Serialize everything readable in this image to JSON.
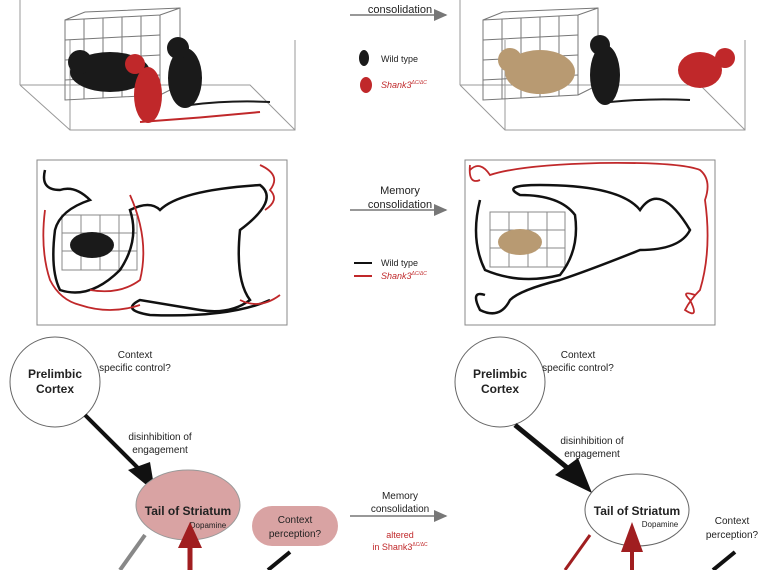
{
  "top_panel": {
    "arrow_label_line2": "consolidation",
    "legend": {
      "wild_type": "Wild type",
      "mutant": "Shank3",
      "mutant_sup": "ΔC/ΔC"
    }
  },
  "middle_panel": {
    "arrow_label_line1": "Memory",
    "arrow_label_line2": "consolidation",
    "legend": {
      "wild_type": "Wild type",
      "mutant": "Shank3",
      "mutant_sup": "ΔC/ΔC"
    }
  },
  "bottom_panel": {
    "left": {
      "prelimbic_line1": "Prelimbic",
      "prelimbic_line2": "Cortex",
      "context_control_line1": "Context",
      "context_control_line2": "specific control?",
      "disinhibition_line1": "disinhibition of",
      "disinhibition_line2": "engagement",
      "striatum": "Tail of Striatum",
      "dopamine": "Dopamine",
      "perception_line1": "Context",
      "perception_line2": "perception?"
    },
    "arrow_label_line1": "Memory",
    "arrow_label_line2": "consolidation",
    "altered_line1": "altered",
    "altered_line2": "in Shank3",
    "altered_sup": "ΔC/ΔC",
    "right": {
      "prelimbic_line1": "Prelimbic",
      "prelimbic_line2": "Cortex",
      "context_control_line1": "Context",
      "context_control_line2": "specific control?",
      "disinhibition_line1": "disinhibition of",
      "disinhibition_line2": "engagement",
      "striatum": "Tail of Striatum",
      "dopamine": "Dopamine",
      "perception_line1": "Context",
      "perception_line2": "perception?"
    }
  },
  "colors": {
    "wild_type": "#1a1a1a",
    "mutant": "#c0282a",
    "novel_mouse": "#b89a72",
    "striatum_fill": "#d9a3a3"
  }
}
